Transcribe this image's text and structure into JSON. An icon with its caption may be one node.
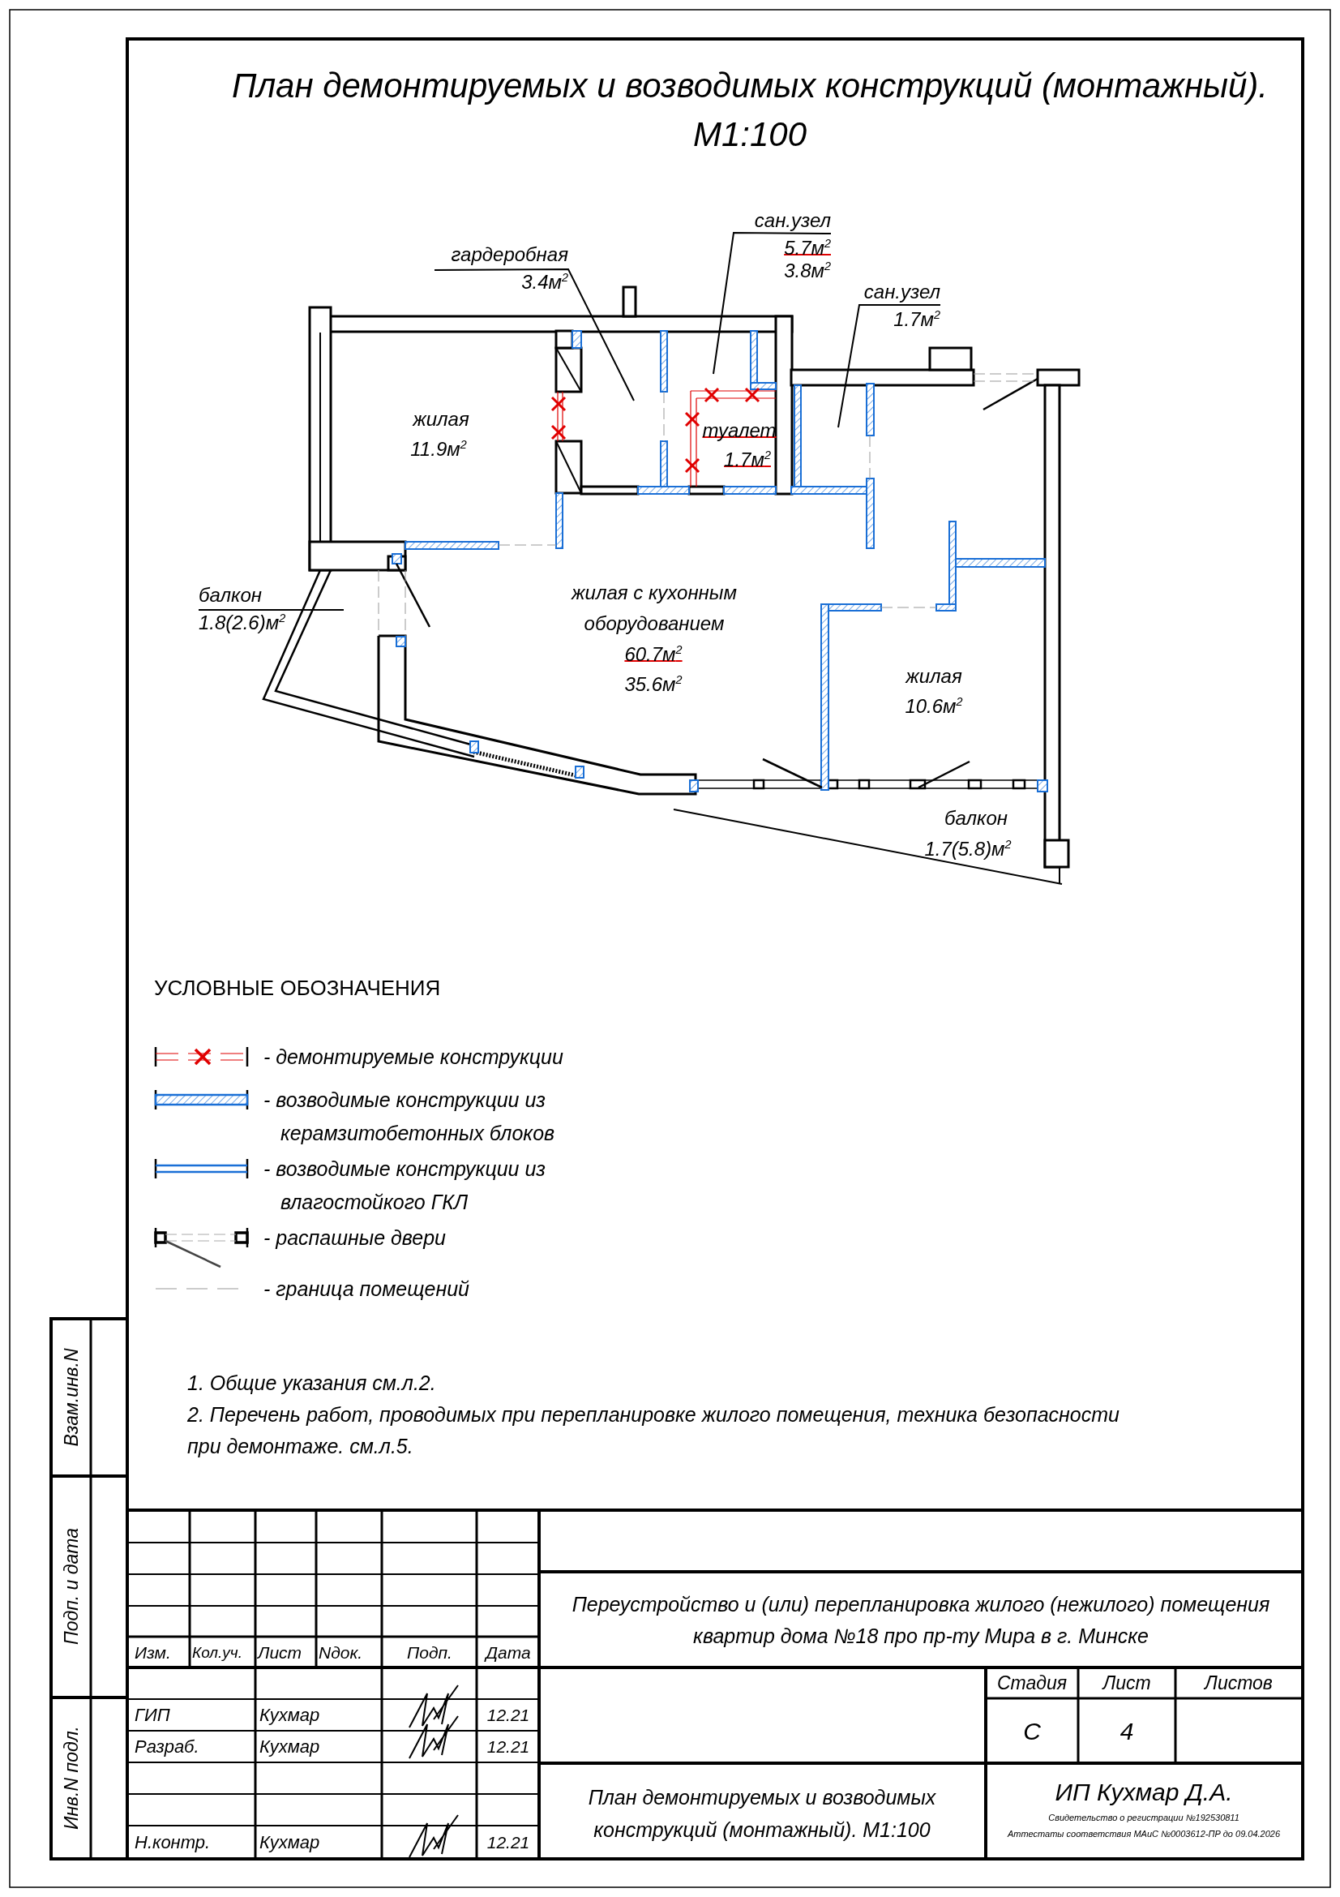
{
  "diagram": {
    "title": "План демонтируемых и возводимых конструкций (монтажный). М1:100",
    "nodes": [
      {
        "text": [
          "гардеробная",
          "3.4м$^{2}$"
        ]
      },
      {
        "text": [
          "сан.узел",
          "5.7м$^{2}$",
          "3.8м$^{2}$"
        ]
      },
      {
        "text": [
          "сан.узел",
          "1.7м$^{2}$"
        ]
      },
      {
        "text": [
          "балкон",
          "1.8(2.6)м$^{2}$"
        ]
      }
    ],
    "edges": [
      {
        "from": 0,
        "to": null,
        "arrow": "none"
      },
      {
        "from": 1,
        "to": null,
        "arrow": "none"
      },
      {
        "from": 2,
        "to": null,
        "arrow": "none"
      },
      {
        "from": 3,
        "to": null,
        "arrow": "none"
      }
    ],
    "labels": [
      "жилая",
      "11.9м$^{2}$",
      "туалет",
      "1.7м$^{2}$",
      "жилая с кухонным оборудованием",
      "60.7м$^{2}$",
      "35.6м$^{2}$",
      "жилая",
      "10.6м$^{2}$",
      "балкон",
      "1.7(5.8)м$^{2}$",
      "УСЛОВНЫЕ ОБОЗНАЧЕНИЯ",
      "1. Общие указания см.л.2.",
      "2. Перечень работ, проводимых при перепланировке жилого помещения, техника безопасности при демонтаже. см.л.5.",
      "Изм.",
      "Кол.уч.",
      "Лист",
      "Nдок.",
      "Подп.",
      "Дата",
      "ГИП",
      "Кухмар",
      "12.21",
      "Разраб.",
      "Кухмар",
      "12.21",
      "Н.контр.",
      "Кухмар",
      "12.21",
      "Переустройство и (или) перепланировка жилого (нежилого) помещения квартир дома №18 про пр-ту Мира в г. Минске",
      "Стадия",
      "Лист",
      "Листов",
      "С",
      "4",
      "План демонтируемых и возводимых конструкций (монтажный). М1:100",
      "ИП Кухмар Д.А.",
      "Свидетельство о регистрации №192530811",
      "Аттестаты соответствия МАиС №0003612-ПР до 09.04.2026",
      "Взам.инв.N",
      "Подп. и дата",
      "Инв.N подл."
    ],
    "legend": [
      {
        "text": "- демонтируемые конструкции"
      },
      {
        "text": "- возводимые конструкции из керамзитобетонных блоков"
      },
      {
        "text": "- возводимые конструкции из влагостойкого ГКЛ"
      },
      {
        "text": "- распашные двери"
      },
      {
        "text": "- граница помещений"
      }
    ]
  }
}
